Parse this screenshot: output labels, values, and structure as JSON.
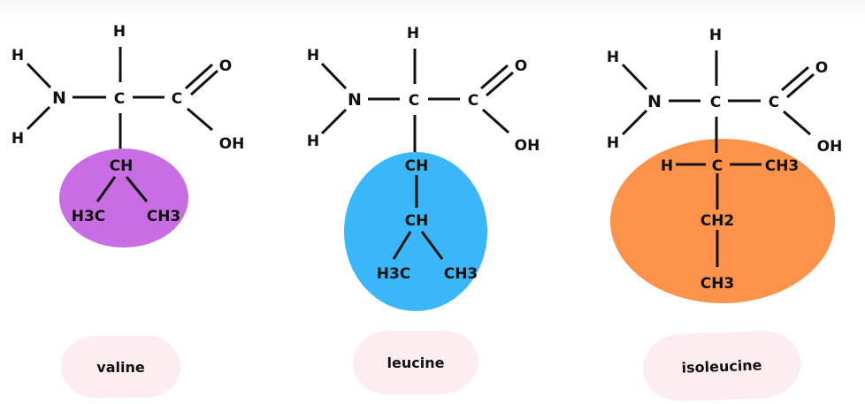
{
  "diagram": {
    "molecules": [
      {
        "name": "valine",
        "color": "#c86de3",
        "backbone": {
          "h_top": "H",
          "h_left_top": "H",
          "h_left_bottom": "H",
          "n": "N",
          "c_alpha": "C",
          "c_carboxyl": "C",
          "o": "O",
          "oh": "OH"
        },
        "side_chain": {
          "ch": "CH",
          "left": "H3C",
          "right": "CH3"
        }
      },
      {
        "name": "leucine",
        "color": "#3ab6fb",
        "backbone": {
          "h_top": "H",
          "h_left_top": "H",
          "h_left_bottom": "H",
          "n": "N",
          "c_alpha": "C",
          "c_carboxyl": "C",
          "o": "O",
          "oh": "OH"
        },
        "side_chain": {
          "ch1": "CH",
          "ch2": "CH",
          "left": "H3C",
          "right": "CH3"
        }
      },
      {
        "name": "isoleucine",
        "color": "#fd924b",
        "backbone": {
          "h_top": "H",
          "h_left_top": "H",
          "h_left_bottom": "H",
          "n": "N",
          "c_alpha": "C",
          "c_carboxyl": "C",
          "o": "O",
          "oh": "OH"
        },
        "side_chain": {
          "h": "H",
          "c": "C",
          "ch3_right": "CH3",
          "ch2": "CH2",
          "ch3_bottom": "CH3"
        }
      }
    ],
    "label_bg": "#fdedf0"
  }
}
